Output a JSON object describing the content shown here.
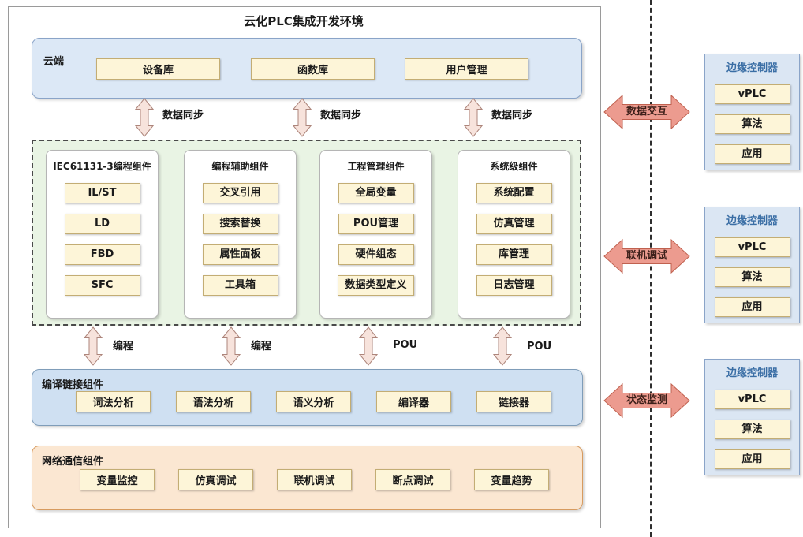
{
  "title": "云化PLC集成开发环境",
  "cloud": {
    "label": "云端",
    "items": [
      "设备库",
      "函数库",
      "用户管理"
    ]
  },
  "sync_arrows": [
    "数据同步",
    "数据同步",
    "数据同步"
  ],
  "middle": {
    "columns": [
      {
        "title": "IEC61131-3编程组件",
        "items": [
          "IL/ST",
          "LD",
          "FBD",
          "SFC"
        ]
      },
      {
        "title": "编程辅助组件",
        "items": [
          "交叉引用",
          "搜索替换",
          "属性面板",
          "工具箱"
        ]
      },
      {
        "title": "工程管理组件",
        "items": [
          "全局变量",
          "POU管理",
          "硬件组态",
          "数据类型定义"
        ]
      },
      {
        "title": "系统级组件",
        "items": [
          "系统配置",
          "仿真管理",
          "库管理",
          "日志管理"
        ]
      }
    ]
  },
  "flow_arrows": [
    "编程",
    "编程",
    "POU",
    "POU"
  ],
  "compile": {
    "label": "编译链接组件",
    "items": [
      "词法分析",
      "语法分析",
      "语义分析",
      "编译器",
      "链接器"
    ]
  },
  "network": {
    "label": "网络通信组件",
    "items": [
      "变量监控",
      "仿真调试",
      "联机调试",
      "断点调试",
      "变量趋势"
    ]
  },
  "link_arrows": [
    "数据交互",
    "联机调试",
    "状态监测"
  ],
  "edge_controllers": [
    {
      "title": "边缘控制器",
      "items": [
        "vPLC",
        "算法",
        "应用"
      ]
    },
    {
      "title": "边缘控制器",
      "items": [
        "vPLC",
        "算法",
        "应用"
      ]
    },
    {
      "title": "边缘控制器",
      "items": [
        "vPLC",
        "算法",
        "应用"
      ]
    }
  ],
  "colors": {
    "cream_fill": "#fdf5d8",
    "cream_border": "#c3ad74",
    "cloud_blue": "#dce8f6",
    "compile_blue": "#cfe0f2",
    "middle_green": "#e9f4e4",
    "network_orange": "#fbe7d2",
    "link_arrow_salmon": "#ec9b8f",
    "edge_title_blue": "#3a6ea5"
  }
}
